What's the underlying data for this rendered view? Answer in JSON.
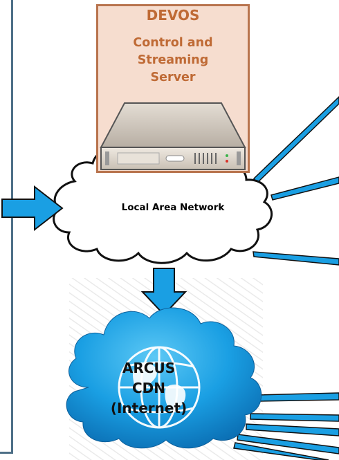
{
  "server": {
    "title": "DEVOS",
    "subtitle": "Control and\nStreaming\nServer",
    "icon": "server-rack-icon"
  },
  "lan": {
    "label": "Local Area Network",
    "icon": "cloud-icon"
  },
  "cdn": {
    "label": "ARCUS\nCDN\n(Internet)",
    "icon": "globe-cloud-icon"
  },
  "colors": {
    "accent_blue": "#1a9fe3",
    "server_fill": "#f6ddcf",
    "server_border": "#b8744e",
    "server_text": "#bf6a35",
    "frame": "#4d6f87"
  }
}
